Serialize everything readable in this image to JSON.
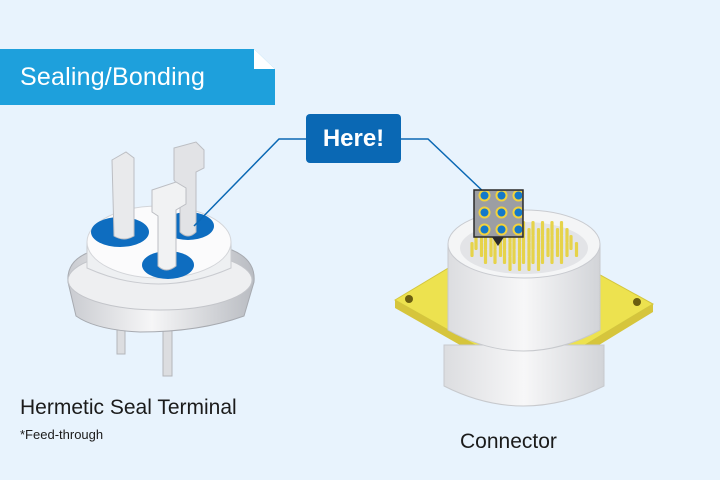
{
  "banner": {
    "label": "Sealing/Bonding"
  },
  "callout": {
    "label": "Here!"
  },
  "terminal": {
    "title": "Hermetic Seal Terminal",
    "note": "*Feed-through"
  },
  "connector": {
    "title": "Connector"
  },
  "colors": {
    "background": "#e8f3fd",
    "banner": "#1ea0dc",
    "callout": "#0a68b4",
    "seal_blue": "#0e6dc0",
    "flange_yellow": "#ede24f",
    "pin_yellow": "#e6d34a",
    "inset_ring": "#f2d23c"
  }
}
